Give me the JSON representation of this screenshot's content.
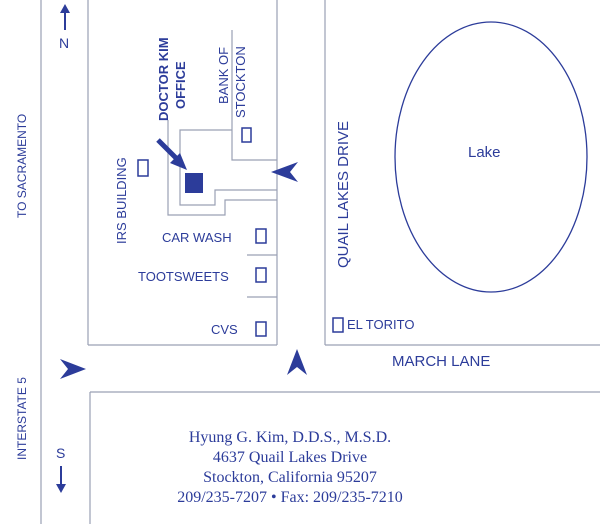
{
  "compass": {
    "north": "N",
    "south": "S"
  },
  "roads": {
    "to_sacramento": "TO SACRAMENTO",
    "interstate": "INTERSTATE 5",
    "quail_lakes": "QUAIL LAKES DRIVE",
    "march_lane": "MARCH LANE"
  },
  "places": {
    "doctor_kim_line1": "DOCTOR KIM",
    "doctor_kim_line2": "OFFICE",
    "bank_line1": "BANK OF",
    "bank_line2": "STOCKTON",
    "irs": "IRS BUILDING",
    "car_wash": "CAR WASH",
    "tootsweets": "TOOTSWEETS",
    "cvs": "CVS",
    "el_torito": "EL TORITO",
    "lake": "Lake"
  },
  "address": {
    "name": "Hyung G. Kim, D.D.S., M.S.D.",
    "street": "4637 Quail Lakes Drive",
    "city": "Stockton, California 95207",
    "phone": "209/235-7207 • Fax: 209/235-7210"
  },
  "colors": {
    "ink": "#2c3c9a",
    "road": "#9aa0b4",
    "fill": "#2c3c9a"
  }
}
